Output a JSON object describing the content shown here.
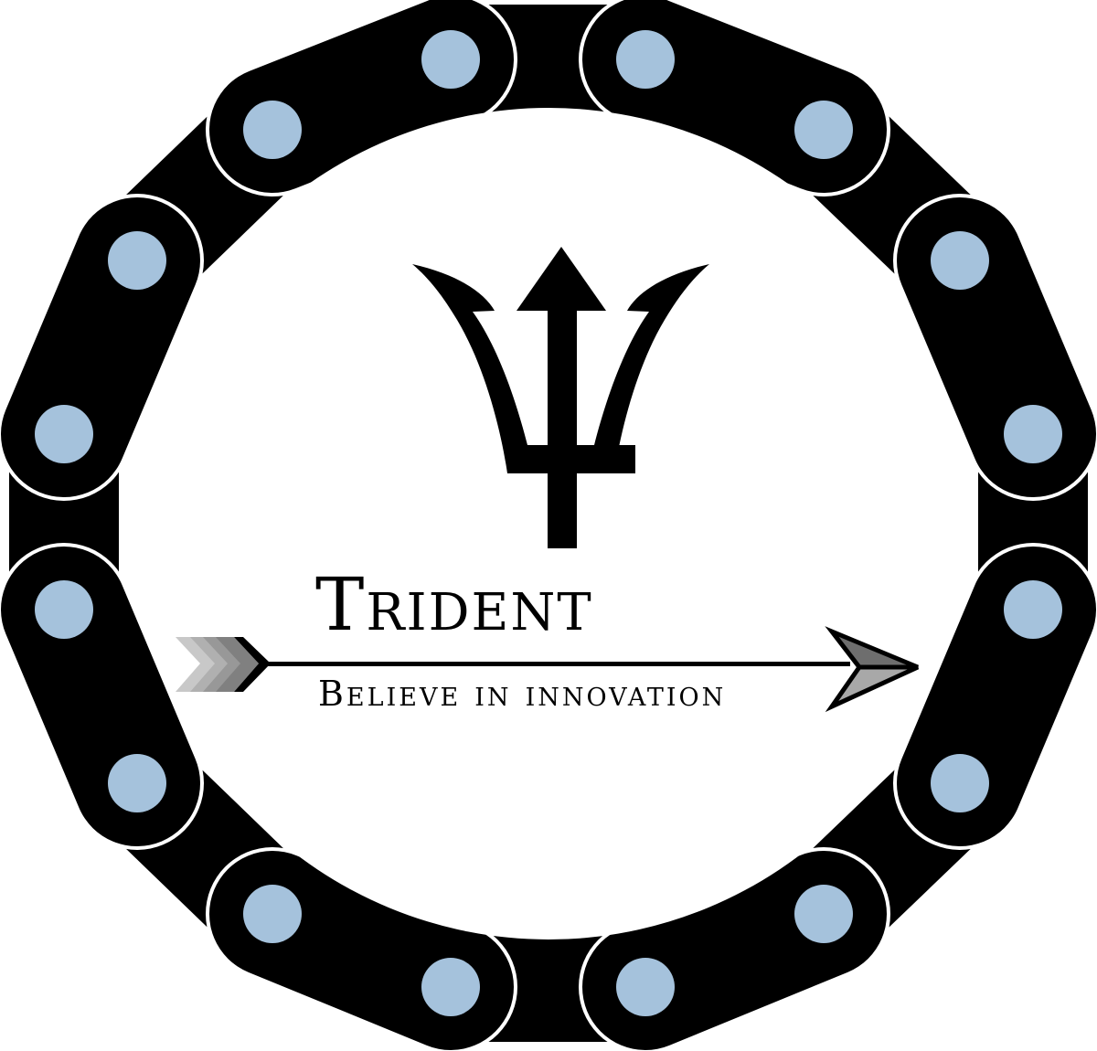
{
  "logo": {
    "title": "Trident",
    "tagline": "Believe in innovation",
    "icons": [
      "trident-icon",
      "arrow-icon",
      "bicycle-chain-ring"
    ]
  },
  "colors": {
    "chain": "#000000",
    "pin": "#a5c2dc",
    "link_border": "#ffffff",
    "arrow_head_dark": "#6e6e6e",
    "arrow_head_light": "#a8a8a8",
    "fletching": [
      "#c8c8c8",
      "#b0b0b0",
      "#989898",
      "#808080",
      "#6a6a6a"
    ]
  }
}
